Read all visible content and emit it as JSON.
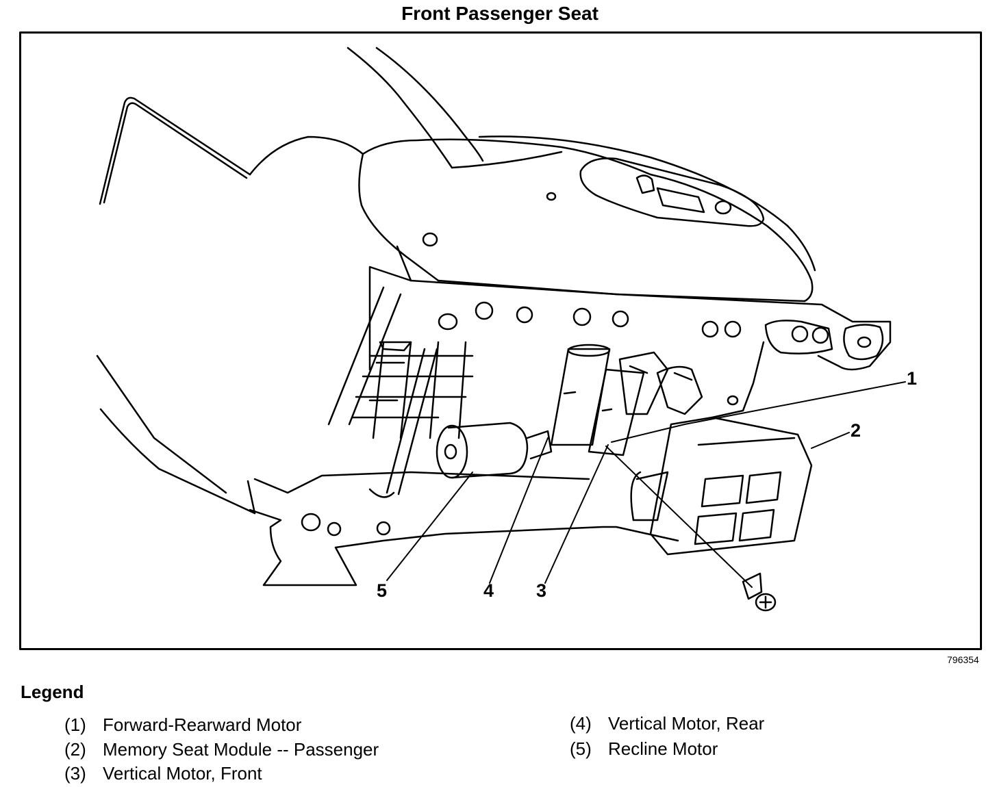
{
  "title": "Front Passenger Seat",
  "figure_id": "796354",
  "callouts": [
    {
      "num": "1"
    },
    {
      "num": "2"
    },
    {
      "num": "3"
    },
    {
      "num": "4"
    },
    {
      "num": "5"
    }
  ],
  "legend": {
    "title": "Legend",
    "items": [
      {
        "num": "(1)",
        "label": "Forward-Rearward Motor"
      },
      {
        "num": "(2)",
        "label": "Memory Seat Module -- Passenger"
      },
      {
        "num": "(3)",
        "label": "Vertical Motor, Front"
      },
      {
        "num": "(4)",
        "label": "Vertical Motor, Rear"
      },
      {
        "num": "(5)",
        "label": "Recline Motor"
      }
    ]
  }
}
